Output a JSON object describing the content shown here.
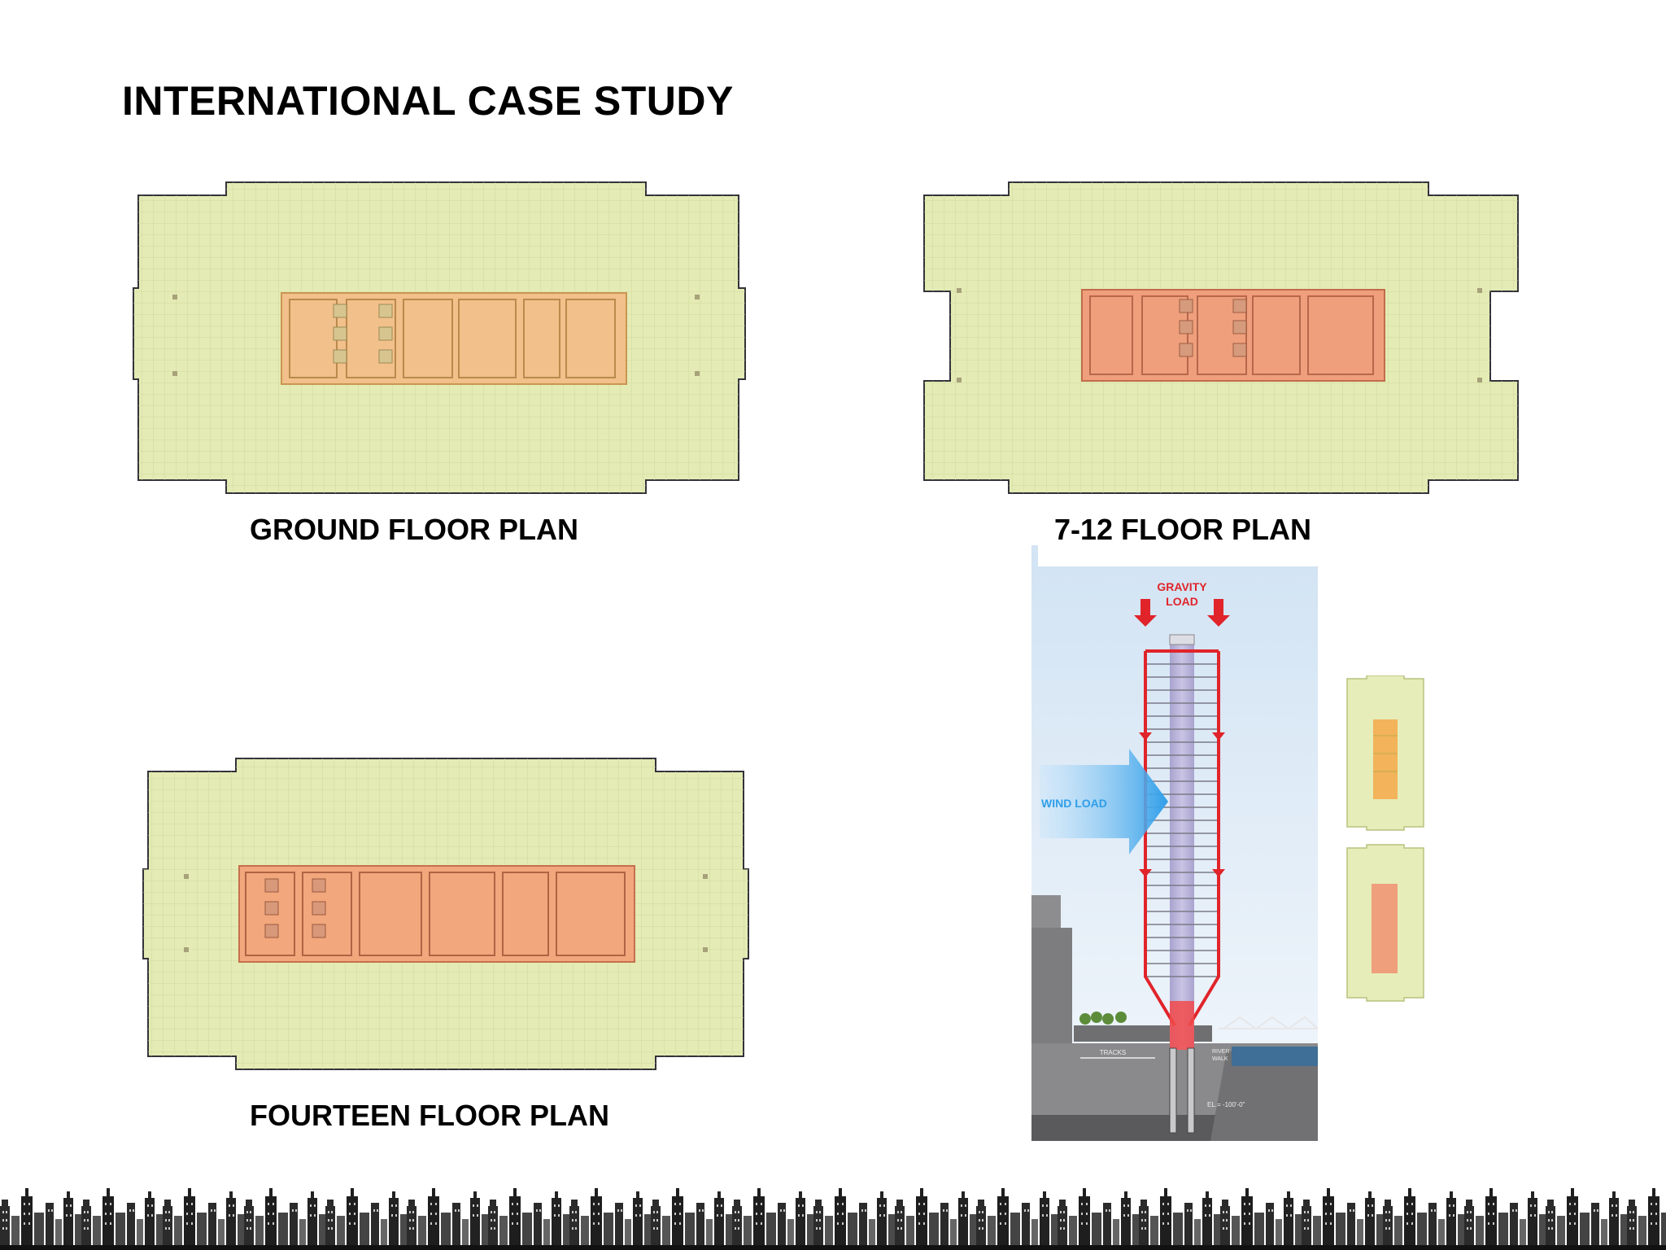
{
  "slide": {
    "title": "INTERNATIONAL CASE STUDY"
  },
  "plans": {
    "ground": {
      "caption": "GROUND FLOOR PLAN"
    },
    "typical": {
      "caption": "7-12 FLOOR PLAN"
    },
    "fourteen": {
      "caption": "FOURTEEN FLOOR PLAN"
    }
  },
  "section": {
    "gravity_label_line1": "GRAVITY",
    "gravity_label_line2": "LOAD",
    "wind_label": "WIND LOAD",
    "tracks_label": "TRACKS",
    "river_label_line1": "RIVER",
    "river_label_line2": "WALK",
    "elevation_label": "EL.= -100'-0\""
  },
  "colors": {
    "floor_fill": "#e4ebb4",
    "outline": "#33333a",
    "core_orange": "#f2c08a",
    "core_salmon": "#ef9f7c",
    "sky": "#d7e7f5",
    "red": "#e0242a",
    "wind_blue": "#3aa6e8"
  }
}
